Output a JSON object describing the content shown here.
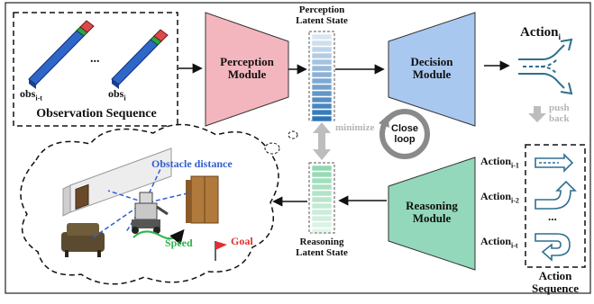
{
  "observation": {
    "obs_left_base": "obs",
    "obs_left_sub": "i-t",
    "obs_right_base": "obs",
    "obs_right_sub": "i",
    "ellipsis": "...",
    "caption": "Observation Sequence"
  },
  "perception_module": {
    "line1": "Perception",
    "line2": "Module"
  },
  "perception_state": {
    "line1": "Perception",
    "line2": "Latent State"
  },
  "decision_module": {
    "line1": "Decision",
    "line2": "Module"
  },
  "action": {
    "base": "Action",
    "sub": "i"
  },
  "push_back": {
    "line1": "push",
    "line2": "back"
  },
  "minimize": "minimize",
  "close_loop": {
    "line1": "Close",
    "line2": "loop"
  },
  "reasoning_state": {
    "line1": "Reasoning",
    "line2": "Latent State"
  },
  "reasoning_module": {
    "line1": "Reasoning",
    "line2": "Module"
  },
  "action_sequence": {
    "items": [
      {
        "base": "Action",
        "sub": "i-1"
      },
      {
        "base": "Action",
        "sub": "i-2"
      },
      {
        "base": "Action",
        "sub": "i-t"
      }
    ],
    "ellipsis": "...",
    "caption_line1": "Action",
    "caption_line2": "Sequence"
  },
  "scene": {
    "obstacle_label": "Obstacle distance",
    "speed_label": "Speed",
    "goal_label": "Goal"
  },
  "colors": {
    "perception_module": "#f4b6be",
    "decision_module": "#a9c8ef",
    "reasoning_module": "#93d8bb",
    "latent_blue": "#2e74b5",
    "latent_green": "#8fd8b0",
    "obstacle_blue": "#2f5fd0",
    "speed_green": "#2fb34a",
    "goal_red": "#e03030",
    "gray_arrow": "#bdbdbd"
  }
}
